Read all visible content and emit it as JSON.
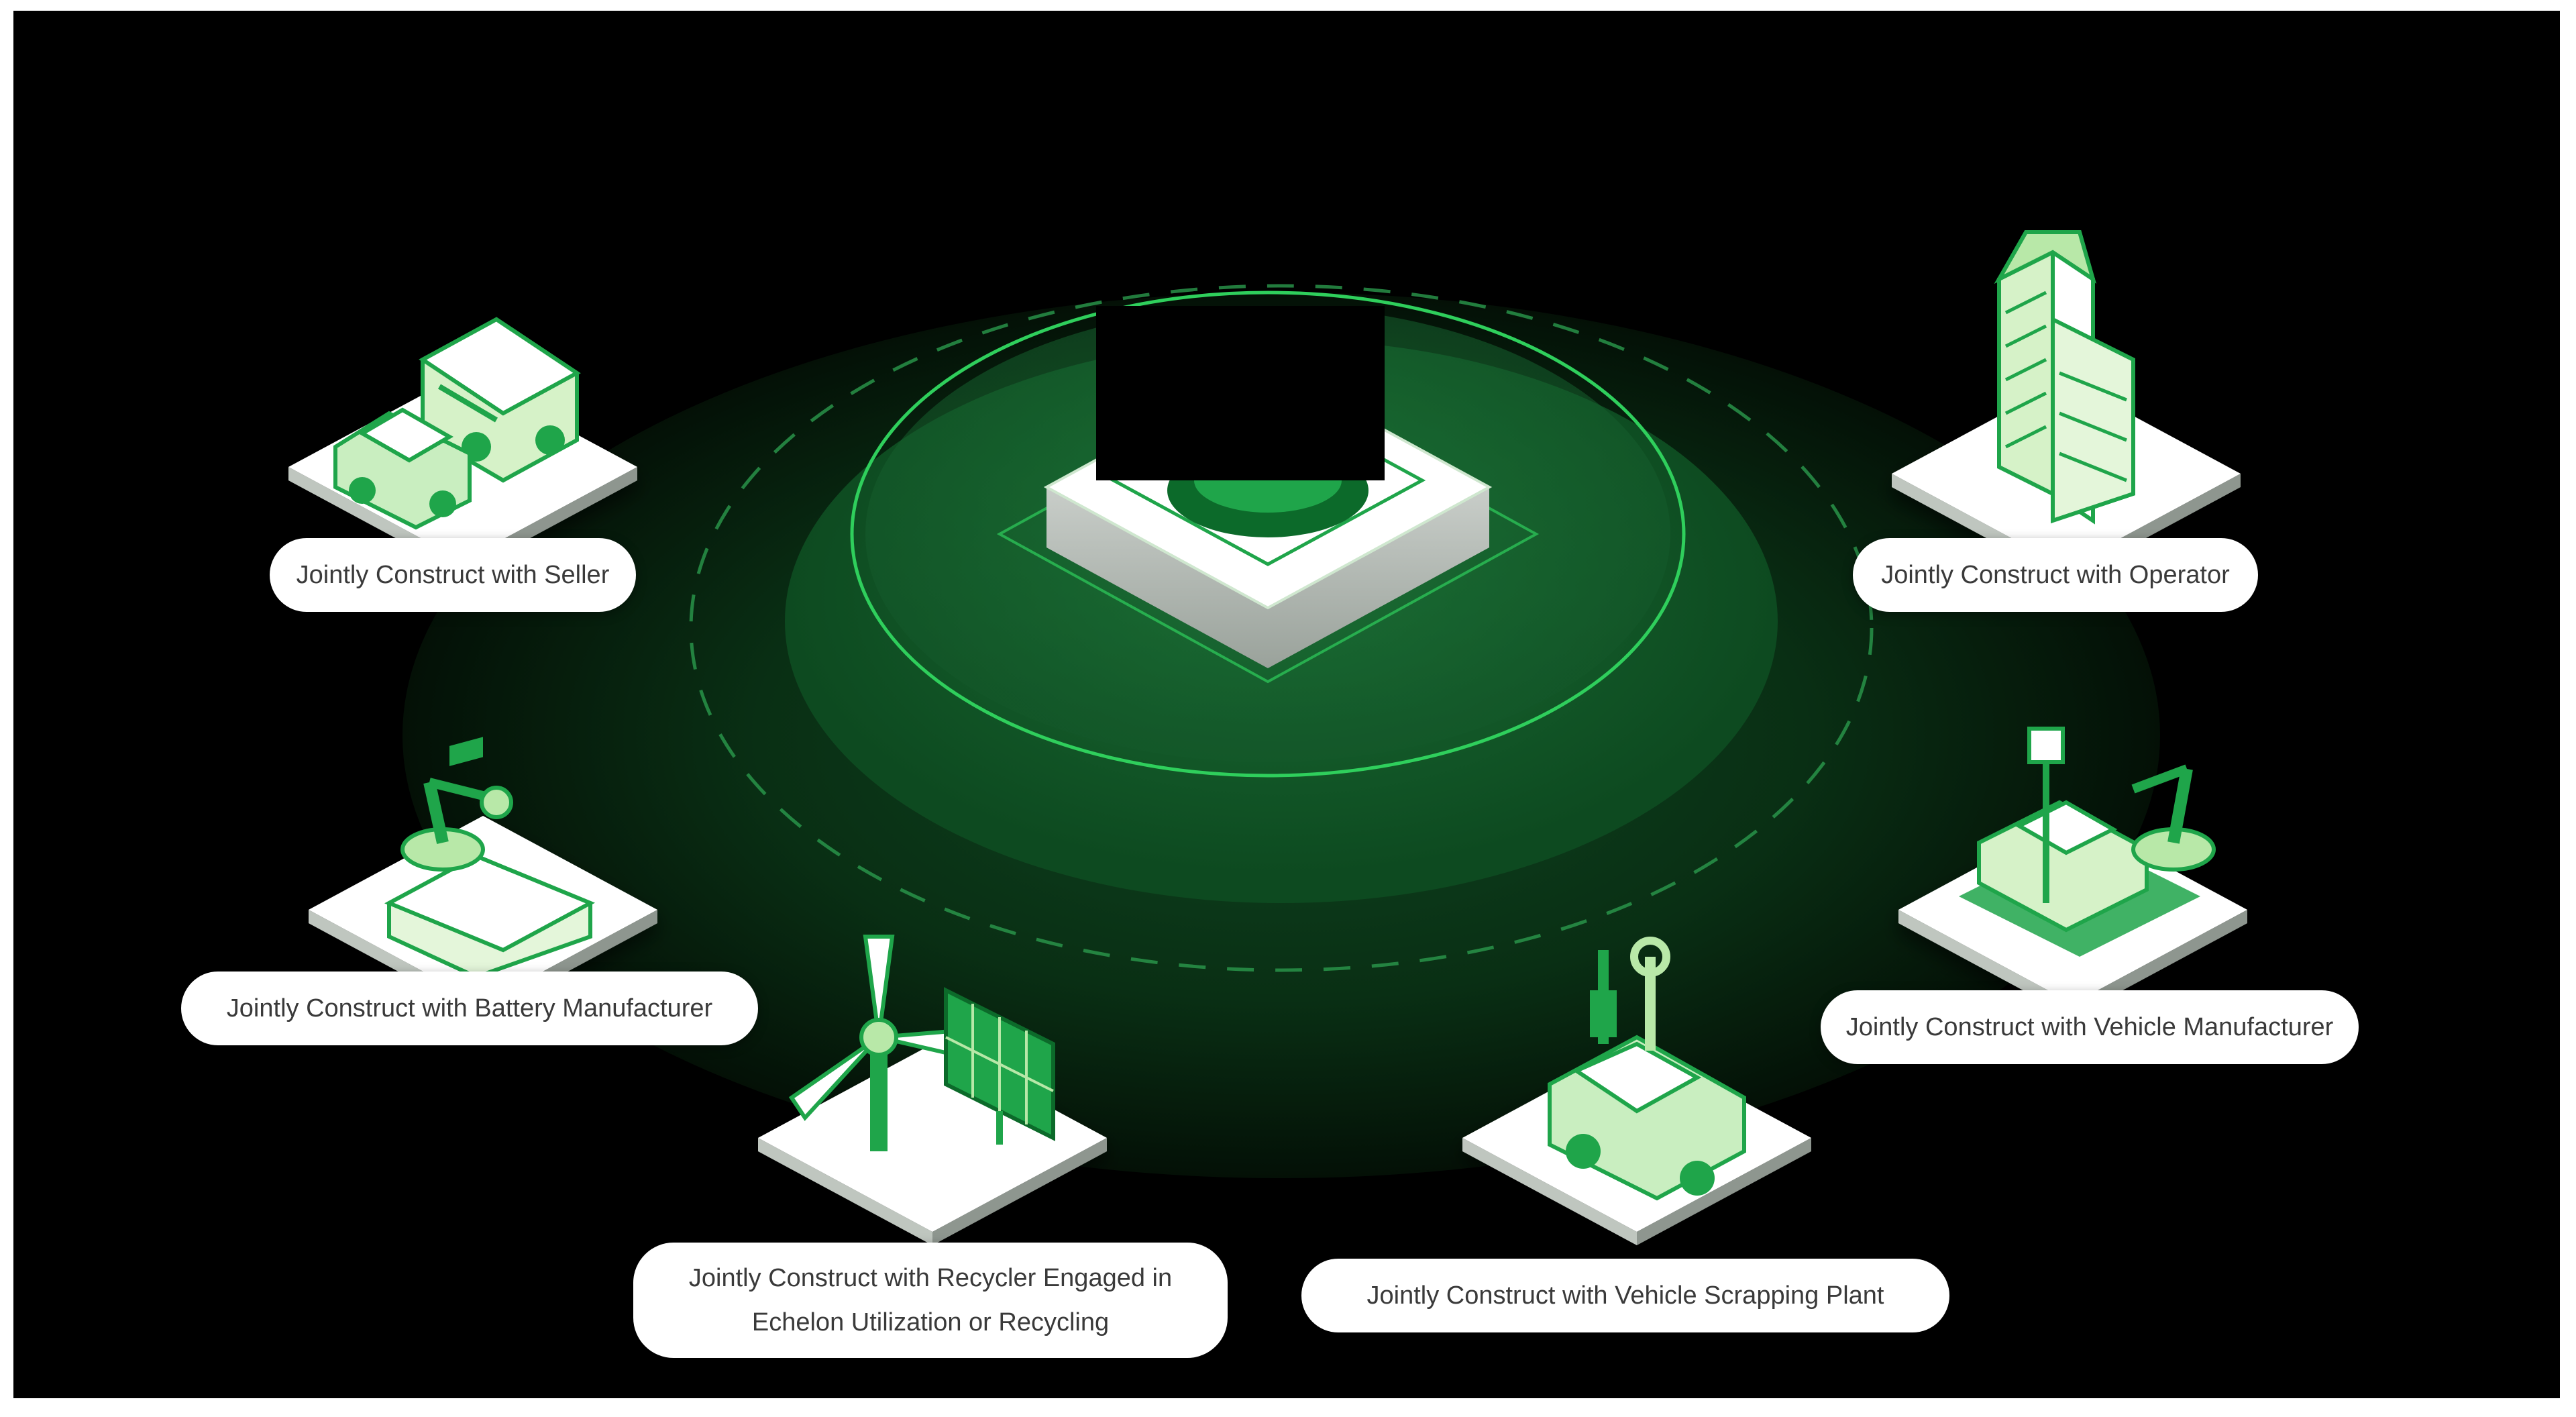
{
  "diagram": {
    "nodes": [
      {
        "id": "seller",
        "label": "Jointly Construct with Seller"
      },
      {
        "id": "operator",
        "label": "Jointly Construct with Operator"
      },
      {
        "id": "battery",
        "label": "Jointly Construct with Battery Manufacturer"
      },
      {
        "id": "vehicle-manufacturer",
        "label": "Jointly Construct with Vehicle Manufacturer"
      },
      {
        "id": "recycler",
        "label_line1": "Jointly Construct with Recycler Engaged in",
        "label_line2": "Echelon Utilization or Recycling"
      },
      {
        "id": "scrapping",
        "label": "Jointly Construct with Vehicle Scrapping Plant"
      }
    ]
  },
  "colors": {
    "accent": "#1fa54a",
    "accent_light": "#b8e8a8",
    "accent_dark": "#0c6a2a",
    "background": "#000000",
    "tile": "#ffffff"
  },
  "icons": [
    "car-bus-icon",
    "skyscraper-icon",
    "robot-arm-battery-icon",
    "robot-arm-car-icon",
    "wind-solar-icon",
    "car-tools-icon",
    "hub-icon"
  ]
}
